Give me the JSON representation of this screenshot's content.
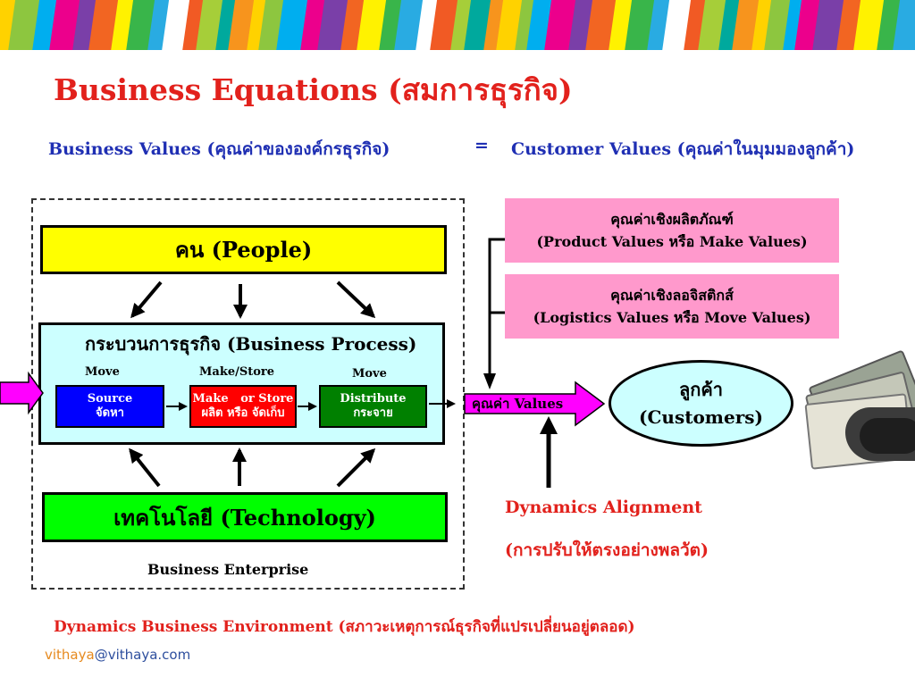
{
  "colors": {
    "title_red": "#e2211c",
    "values_blue": "#1f2fb3",
    "people_yellow": "#ffff00",
    "technology_green": "#00ff00",
    "process_cyan": "#ccffff",
    "source_blue": "#0000ff",
    "make_red": "#ff0000",
    "distribute_green": "#008000",
    "value_pink": "#ff99cc",
    "input_magenta": "#ff00ff",
    "email_orange": "#e68a1f",
    "email_blue": "#2e4f9e",
    "stripes": [
      "#f7941d",
      "#ffd200",
      "#8dc63f",
      "#00aeef",
      "#ec008c",
      "#7a3fa8",
      "#f26522",
      "#fff200",
      "#39b54a",
      "#29abe2",
      "#ffffff",
      "#f15a24",
      "#a6ce39",
      "#00a99d"
    ]
  },
  "header": {
    "title": "Business Equations (สมการธุรกิจ)"
  },
  "equation": {
    "business_values": "Business Values (คุณค่าขององค์กรธุรกิจ)",
    "equals": "=",
    "customer_values": "Customer Values (คุณค่าในมุมมองลูกค้า)"
  },
  "enterprise": {
    "people": "คน (People)",
    "technology": "เทคโนโลยี (Technology)",
    "process_title": "กระบวนการธุรกิจ (Business Process)",
    "label": "Business Enterprise",
    "steps": [
      {
        "top_label": "Move",
        "line1": "Source",
        "line2": "จัดหา"
      },
      {
        "top_label": "Make/Store",
        "line1": "Make   or Store",
        "line2": "ผลิต หรือ จัดเก็บ"
      },
      {
        "top_label": "Move",
        "line1": "Distribute",
        "line2": "กระจาย"
      }
    ]
  },
  "values": {
    "product_line1": "คุณค่าเชิงผลิตภัณฑ์",
    "product_line2": "(Product Values หรือ Make Values)",
    "logistics_line1": "คุณค่าเชิงลอจิสติกส์",
    "logistics_line2": "(Logistics Values หรือ Move Values)",
    "arrow_label": "คุณค่า Values"
  },
  "customers": {
    "line1": "ลูกค้า",
    "line2": "(Customers)"
  },
  "dynamics": {
    "alignment": "Dynamics Alignment",
    "alignment_th": "(การปรับให้ตรงอย่างพลวัต)",
    "environment": "Dynamics Business Environment (สภาวะเหตุการณ์ธุรกิจที่แปรเปลี่ยนอยู่ตลอด)"
  },
  "contact": {
    "user": "vithaya",
    "domain": "@vithaya.com"
  }
}
